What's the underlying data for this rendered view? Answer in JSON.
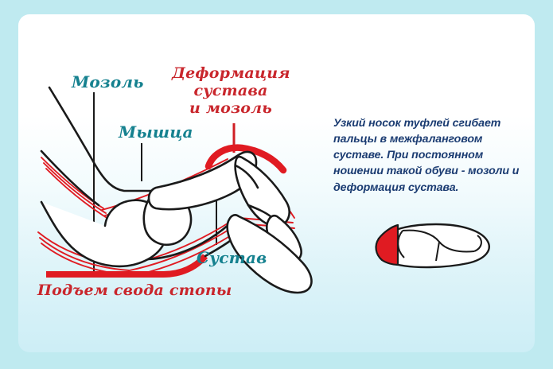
{
  "figure": {
    "title_text": "",
    "language": "ru",
    "description": "Anatomical side-view illustration of a foot inside a narrow shoe showing hammertoe deformity, calluses, tendons and the arch of the foot, with a small top-view shoe outline."
  },
  "colors": {
    "outer_background": "#bfeaf0",
    "panel_top": "#ffffff",
    "panel_bottom": "#cdeef6",
    "teal_label": "#15818f",
    "red_label": "#c9262c",
    "red_anatomy": "#e01b22",
    "bone_outline": "#1a1a1a",
    "body_text": "#1b3c72",
    "shoe_toe_red": "#e01b22"
  },
  "labels": {
    "callus": "Мозоль",
    "muscle": "Мышца",
    "joint": "Сустав",
    "deformity": "Деформация\nсустава\nи мозоль",
    "arch": "Подъем свода стопы"
  },
  "body": {
    "text": "Узкий носок туфлей сгибает пальцы в межфаланговом суставе. При постоянном ношении такой обуви - мозоли и деформация сустава."
  },
  "icons": {
    "shoe": "shoe-top-view-icon",
    "leader_line": "leader-line-icon"
  }
}
